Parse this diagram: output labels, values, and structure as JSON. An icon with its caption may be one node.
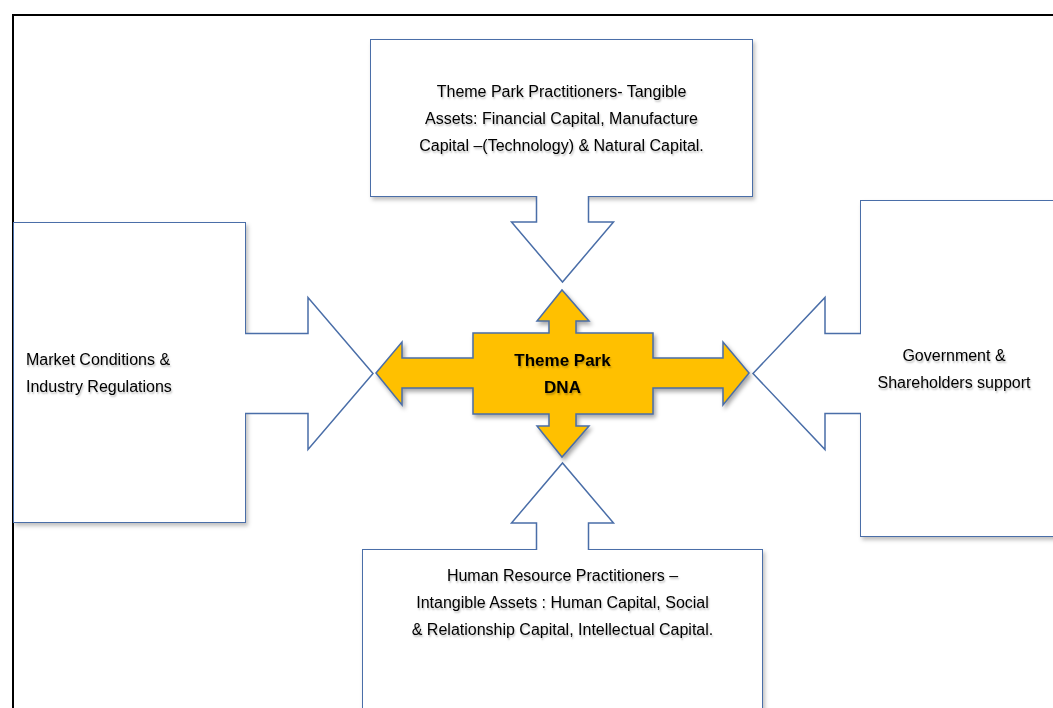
{
  "diagram": {
    "nodes": [
      {
        "text": [
          "Theme Park Practitioners- Tangible Assets: Financial Capital, Manufacture Capital –(Technology) & Natural Capital."
        ]
      },
      {
        "text": [
          "Market Conditions & Industry Regulations"
        ]
      },
      {
        "text": [
          "Theme Park DNA"
        ]
      },
      {
        "text": [
          "Government & Shareholders support"
        ]
      },
      {
        "text": [
          "Human Resource Practitioners  – Intangible Assets : Human Capital, Social & Relationship Capital, Intellectual Capital."
        ]
      }
    ],
    "edges": [
      {
        "from": 0,
        "to": 2,
        "arrow": "to"
      },
      {
        "from": 1,
        "to": 2,
        "arrow": "to"
      },
      {
        "from": 3,
        "to": 2,
        "arrow": "to"
      },
      {
        "from": 4,
        "to": 2,
        "arrow": "to"
      }
    ]
  }
}
